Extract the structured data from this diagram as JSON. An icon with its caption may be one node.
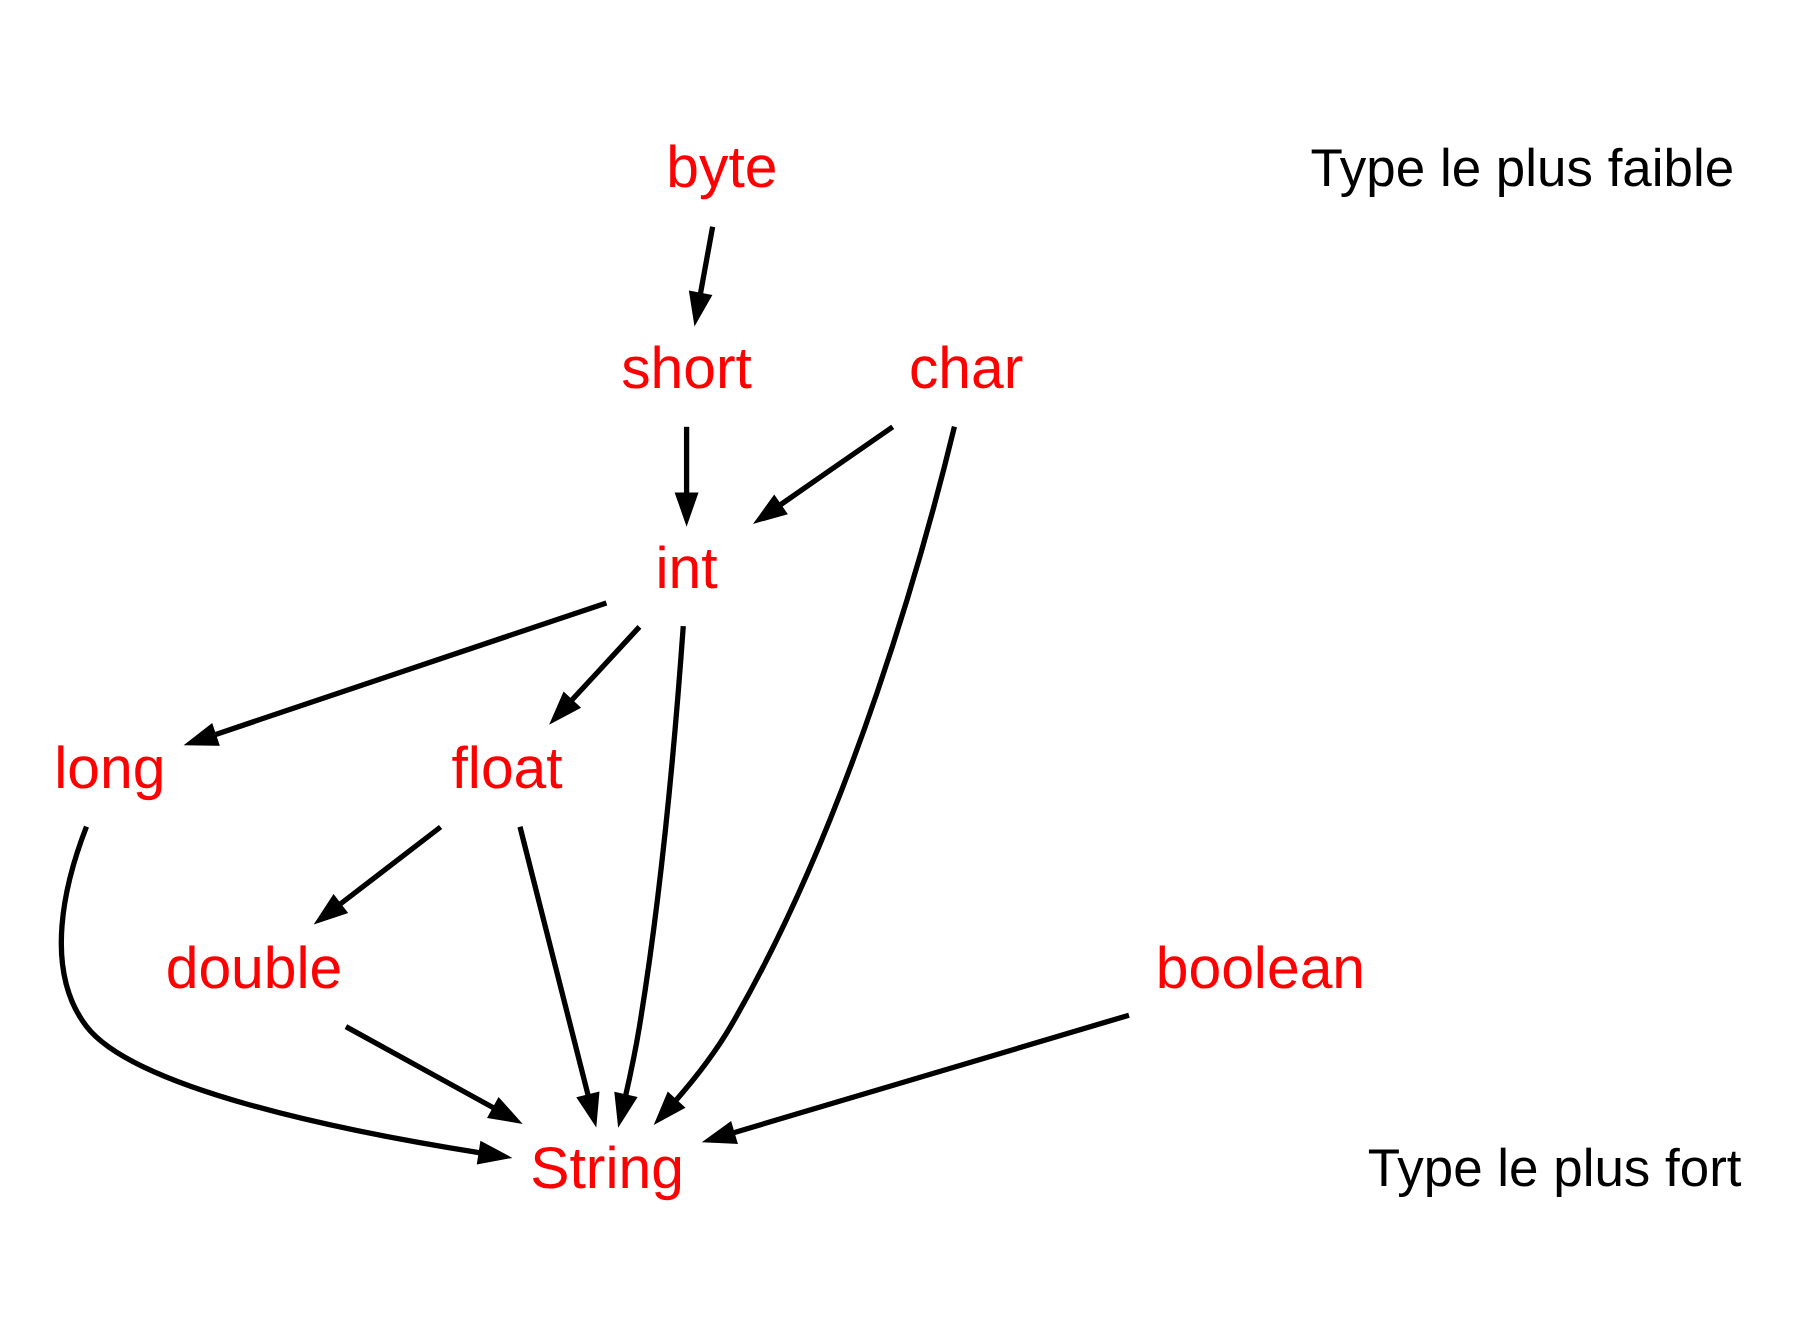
{
  "diagram": {
    "nodes": [
      {
        "text": [
          "byte"
        ]
      },
      {
        "text": [
          "short"
        ]
      },
      {
        "text": [
          "char"
        ]
      },
      {
        "text": [
          "int"
        ]
      },
      {
        "text": [
          "long"
        ]
      },
      {
        "text": [
          "float"
        ]
      },
      {
        "text": [
          "boolean"
        ]
      },
      {
        "text": [
          "double"
        ]
      },
      {
        "text": [
          "String"
        ]
      }
    ],
    "edges": [
      {
        "from": 0,
        "to": 1,
        "arrow": "to"
      },
      {
        "from": 1,
        "to": 3,
        "arrow": "to"
      },
      {
        "from": 2,
        "to": 3,
        "arrow": "to"
      },
      {
        "from": 2,
        "to": 8,
        "arrow": "to"
      },
      {
        "from": 3,
        "to": 8,
        "arrow": "to"
      },
      {
        "from": 3,
        "to": 4,
        "arrow": "to"
      },
      {
        "from": 3,
        "to": 5,
        "arrow": "to"
      },
      {
        "from": 4,
        "to": 8,
        "arrow": "to"
      },
      {
        "from": 5,
        "to": 8,
        "arrow": "to"
      },
      {
        "from": 5,
        "to": 7,
        "arrow": "to"
      },
      {
        "from": 6,
        "to": 8,
        "arrow": "to"
      },
      {
        "from": 7,
        "to": 8,
        "arrow": "to"
      }
    ],
    "labels": [
      "Type le plus faible",
      "Type le plus fort"
    ]
  }
}
